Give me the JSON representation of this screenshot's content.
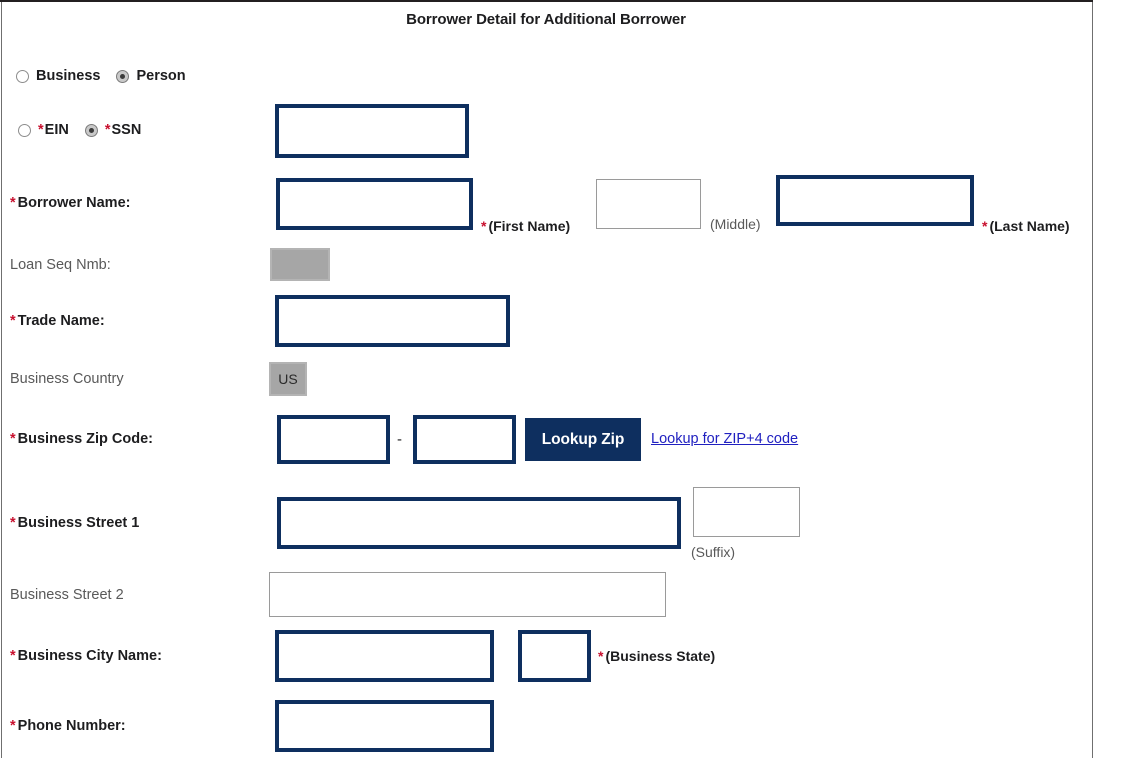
{
  "page": {
    "title": "Borrower Detail for Additional Borrower"
  },
  "entity_type": {
    "options": [
      {
        "label": "Business",
        "selected": false
      },
      {
        "label": "Person",
        "selected": true
      }
    ]
  },
  "tax_id_type": {
    "options": [
      {
        "label": "EIN",
        "required": true,
        "selected": false
      },
      {
        "label": "SSN",
        "required": true,
        "selected": true
      }
    ],
    "value": "",
    "placeholder": ""
  },
  "fields": {
    "borrower_name": {
      "label": "Borrower Name:",
      "required": true,
      "first": {
        "value": "",
        "note": "(First Name)",
        "note_required": true
      },
      "middle": {
        "value": "",
        "note": "(Middle)",
        "note_required": false
      },
      "last": {
        "value": "",
        "note": "(Last Name)",
        "note_required": true
      }
    },
    "loan_seq_nmb": {
      "label": "Loan Seq Nmb:",
      "required": false,
      "value": "",
      "disabled": true
    },
    "trade_name": {
      "label": "Trade Name:",
      "required": true,
      "value": ""
    },
    "business_country": {
      "label": "Business Country",
      "required": false,
      "value": "US",
      "disabled": true
    },
    "business_zip": {
      "label": "Business Zip Code:",
      "required": true,
      "zip5": "",
      "separator": "-",
      "zip4": "",
      "button_label": "Lookup Zip",
      "link_label": "Lookup for ZIP+4 code"
    },
    "business_street_1": {
      "label": "Business Street 1",
      "required": true,
      "value": "",
      "suffix": {
        "value": "",
        "note": "(Suffix)"
      }
    },
    "business_street_2": {
      "label": "Business Street 2",
      "required": false,
      "value": ""
    },
    "business_city": {
      "label": "Business City Name:",
      "required": true,
      "value": "",
      "state": {
        "value": "",
        "note": "(Business State)",
        "note_required": true
      }
    },
    "phone_number": {
      "label": "Phone Number:",
      "required": true,
      "value": ""
    }
  },
  "colors": {
    "required_border": "#0e2f5f",
    "optional_border": "#9a9a9a",
    "disabled_fill": "#a6a6a6",
    "asterisk": "#c8102e",
    "link": "#2020c0",
    "button_bg": "#0e2f5f"
  }
}
